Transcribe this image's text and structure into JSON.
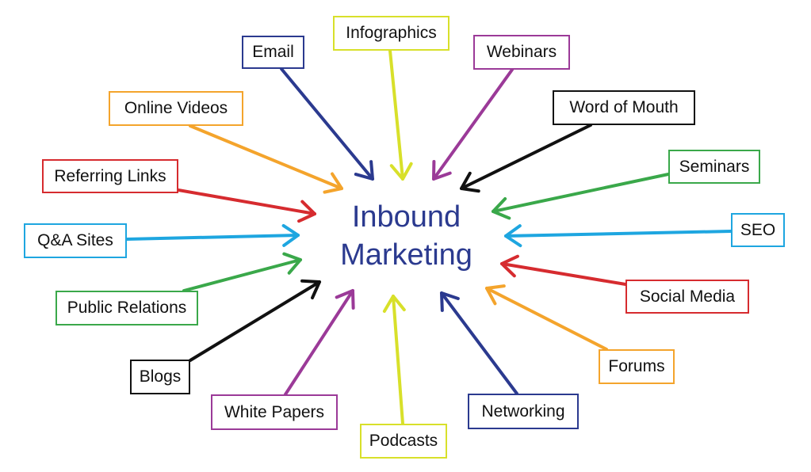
{
  "center": {
    "line1": "Inbound",
    "line2": "Marketing",
    "color": "#2b3a8f"
  },
  "nodes": [
    {
      "key": "email",
      "label": "Email",
      "color": "#2b3a8f"
    },
    {
      "key": "infographics",
      "label": "Infographics",
      "color": "#d8e02a"
    },
    {
      "key": "webinars",
      "label": "Webinars",
      "color": "#9b3a98"
    },
    {
      "key": "word_of_mouth",
      "label": "Word of Mouth",
      "color": "#111111"
    },
    {
      "key": "seminars",
      "label": "Seminars",
      "color": "#3aa84a"
    },
    {
      "key": "seo",
      "label": "SEO",
      "color": "#1ea6e0"
    },
    {
      "key": "social_media",
      "label": "Social Media",
      "color": "#d62b2f"
    },
    {
      "key": "forums",
      "label": "Forums",
      "color": "#f4a42c"
    },
    {
      "key": "networking",
      "label": "Networking",
      "color": "#2b3a8f"
    },
    {
      "key": "podcasts",
      "label": "Podcasts",
      "color": "#d8e02a"
    },
    {
      "key": "white_papers",
      "label": "White Papers",
      "color": "#9b3a98"
    },
    {
      "key": "blogs",
      "label": "Blogs",
      "color": "#111111"
    },
    {
      "key": "public_relations",
      "label": "Public Relations",
      "color": "#3aa84a"
    },
    {
      "key": "qa_sites",
      "label": "Q&A Sites",
      "color": "#1ea6e0"
    },
    {
      "key": "referring_links",
      "label": "Referring Links",
      "color": "#d62b2f"
    },
    {
      "key": "online_videos",
      "label": "Online Videos",
      "color": "#f4a42c"
    }
  ]
}
